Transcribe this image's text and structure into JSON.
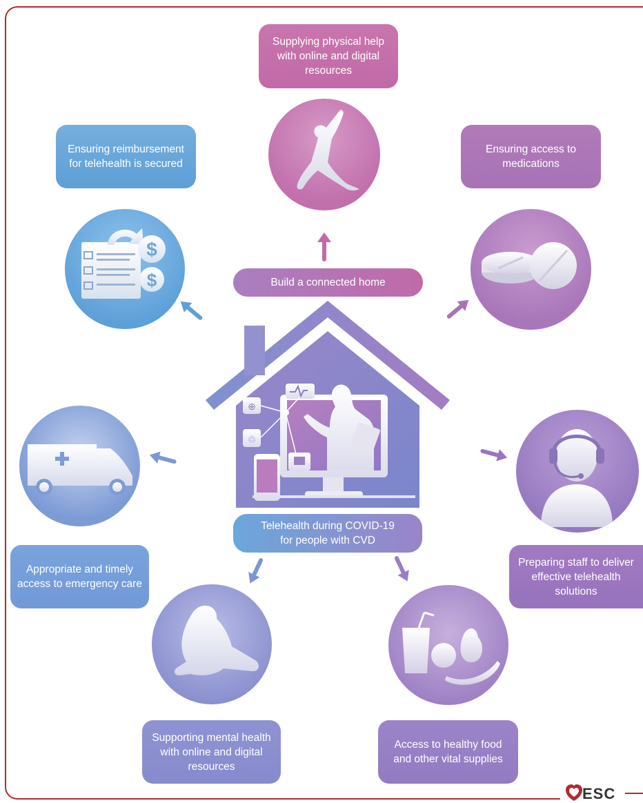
{
  "center": {
    "connected_home_label": "Build a connected home",
    "title_label": "Telehealth during COVID-19 for people with CVD"
  },
  "nodes": {
    "physical_help": "Supplying physical help with online and digital resources",
    "medications": "Ensuring access to medications",
    "reimbursement": "Ensuring reimbursement for telehealth is secured",
    "staff": "Preparing staff to deliver effective telehealth solutions",
    "emergency": "Appropriate and timely access to emergency care",
    "food": "Access to healthy food and other vital supplies",
    "mental_health": "Supporting mental health with online and digital resources"
  },
  "logo": {
    "text": "ESC"
  },
  "colors": {
    "magenta": "#c06aa8",
    "purple": "#a57cbe",
    "violet": "#9b7bc0",
    "blue": "#6aa5d9",
    "periwinkle": "#8b93cf",
    "brand_red": "#b3292f"
  },
  "icons": [
    "stretching-person-icon",
    "pills-icon",
    "reimbursement-form-icon",
    "headset-operator-icon",
    "ambulance-icon",
    "healthy-food-icon",
    "distressed-person-icon",
    "doctor-screen-icon",
    "house-icon",
    "esc-heart-logo-icon"
  ]
}
